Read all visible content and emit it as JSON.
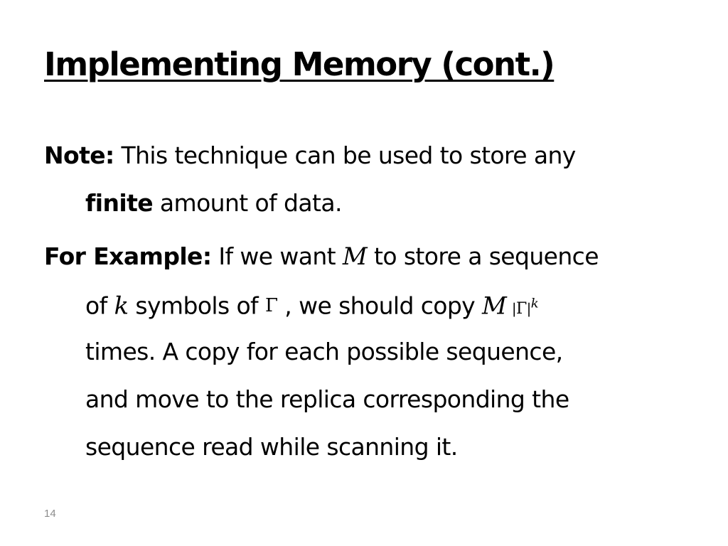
{
  "slide": {
    "title": "Implementing Memory (cont.)",
    "page_number": "14"
  },
  "note": {
    "label": "Note:",
    "line1_text": " This technique can be used to store any",
    "line2_bold": "finite",
    "line2_text": " amount of data."
  },
  "example": {
    "label": "For Example:",
    "line1_pre": " If we want ",
    "var_M": "M",
    "line1_post": " to store a sequence",
    "line2_of": "of ",
    "var_k": "k",
    "line2_symbols": " symbols of ",
    "gamma": "Γ",
    "line2_copy": " , we should copy ",
    "var_M2": "M",
    "exp_bar_left": "|",
    "exp_gamma": "Γ",
    "exp_bar_right": "|",
    "exp_k": "k",
    "line3": "times. A copy for each possible sequence,",
    "line4": "and move to the replica corresponding the",
    "line5": "sequence read while scanning it."
  }
}
